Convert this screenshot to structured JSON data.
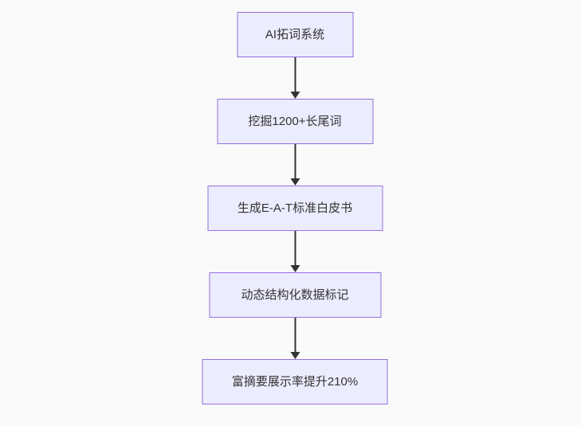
{
  "diagram": {
    "type": "flowchart",
    "direction": "top-down",
    "colors": {
      "background": "#fafafa",
      "node_fill": "#ececff",
      "node_border": "#9370db",
      "node_text": "#333333",
      "arrow": "#333333"
    },
    "nodes": [
      {
        "label": "AI拓词系统"
      },
      {
        "label": "挖掘1200+长尾词"
      },
      {
        "label": "生成E-A-T标准白皮书"
      },
      {
        "label": "动态结构化数据标记"
      },
      {
        "label": "富摘要展示率提升210%"
      }
    ],
    "edges": [
      {
        "from": 0,
        "to": 1
      },
      {
        "from": 1,
        "to": 2
      },
      {
        "from": 2,
        "to": 3
      },
      {
        "from": 3,
        "to": 4
      }
    ]
  }
}
